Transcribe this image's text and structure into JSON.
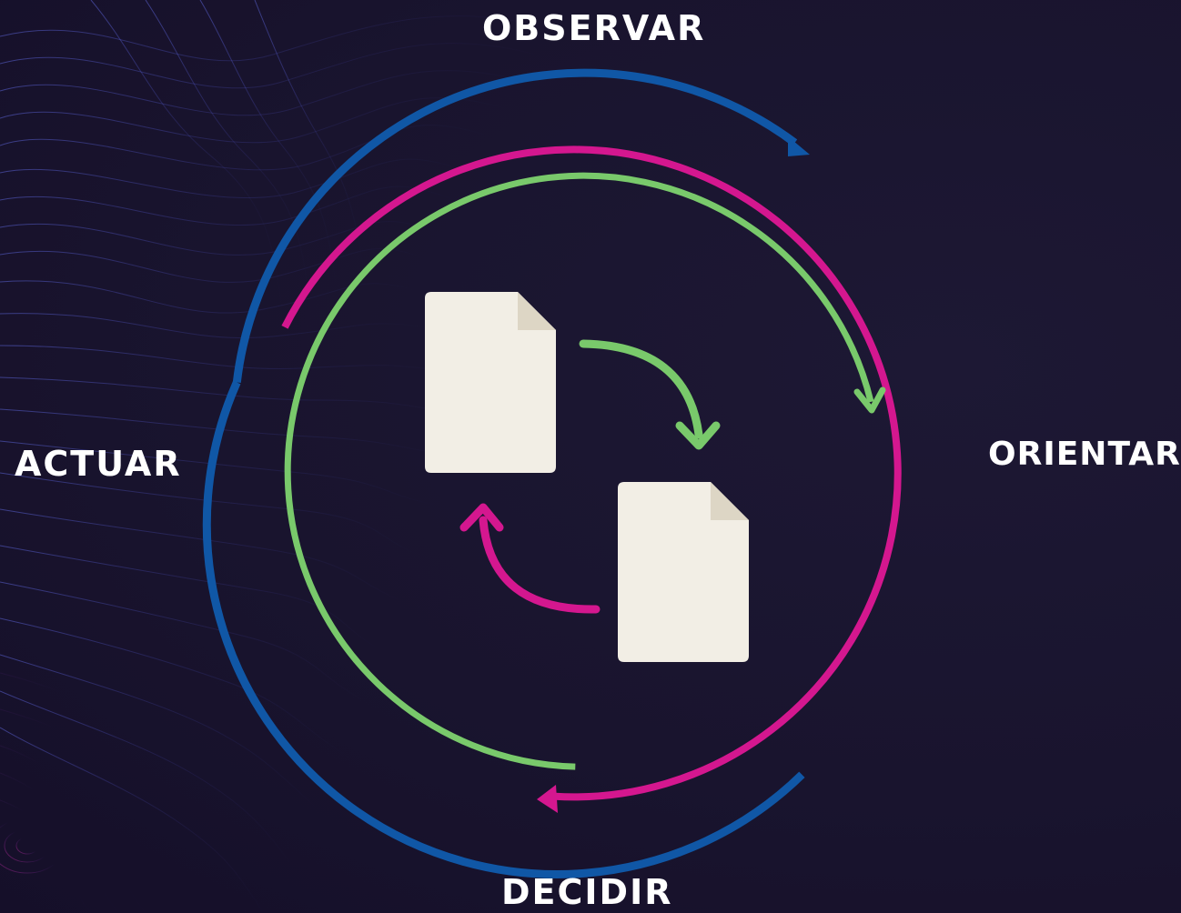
{
  "diagram": {
    "steps": {
      "observe": "OBSERVAR",
      "orient": "ORIENTAR",
      "decide": "DECIDIR",
      "act": "ACTUAR"
    },
    "colors": {
      "background": "#1a1530",
      "outer_arcs": "#1057a6",
      "middle_arcs": "#d4178f",
      "inner_arcs": "#79c96b",
      "documents": "#f2eee5",
      "document_fold": "#ddd6c5",
      "text": "#ffffff"
    },
    "icons": [
      "document-icon",
      "document-icon",
      "curved-arrow-icon",
      "curved-arrow-icon"
    ]
  }
}
